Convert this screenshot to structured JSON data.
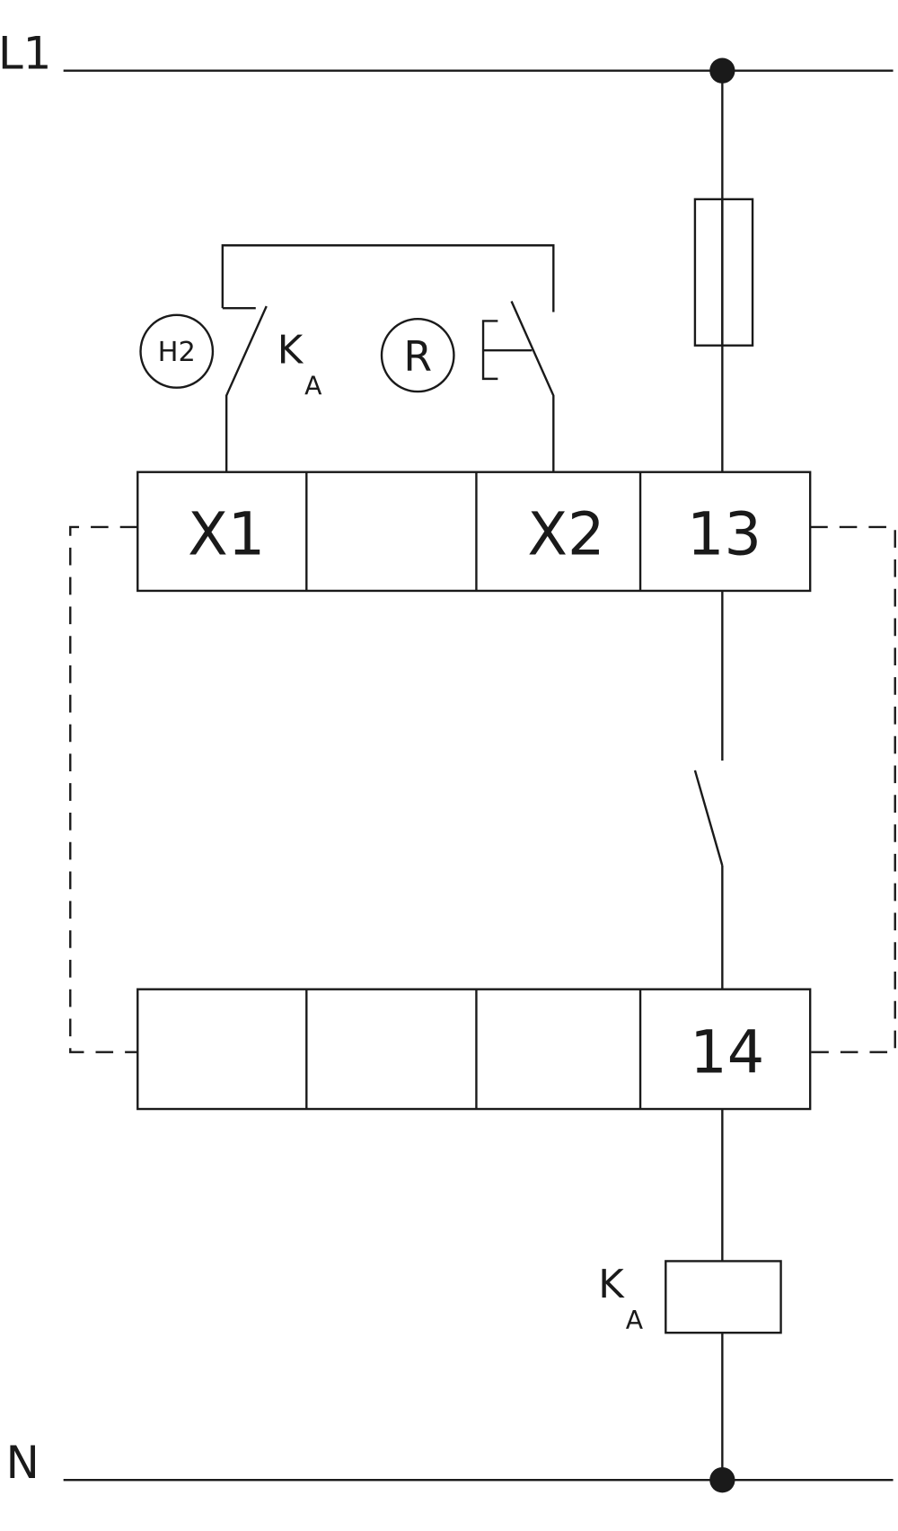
{
  "rails": {
    "top": "L1",
    "bottom": "N"
  },
  "terminals": {
    "top": [
      "X1",
      "",
      "X2",
      "13"
    ],
    "bottom": [
      "",
      "",
      "",
      "14"
    ]
  },
  "indicators": {
    "lamp": "H2",
    "reset": "R"
  },
  "relay": {
    "name": "K",
    "subscript": "A"
  },
  "colors": {
    "ink": "#1a1a1a",
    "background": "#ffffff"
  }
}
